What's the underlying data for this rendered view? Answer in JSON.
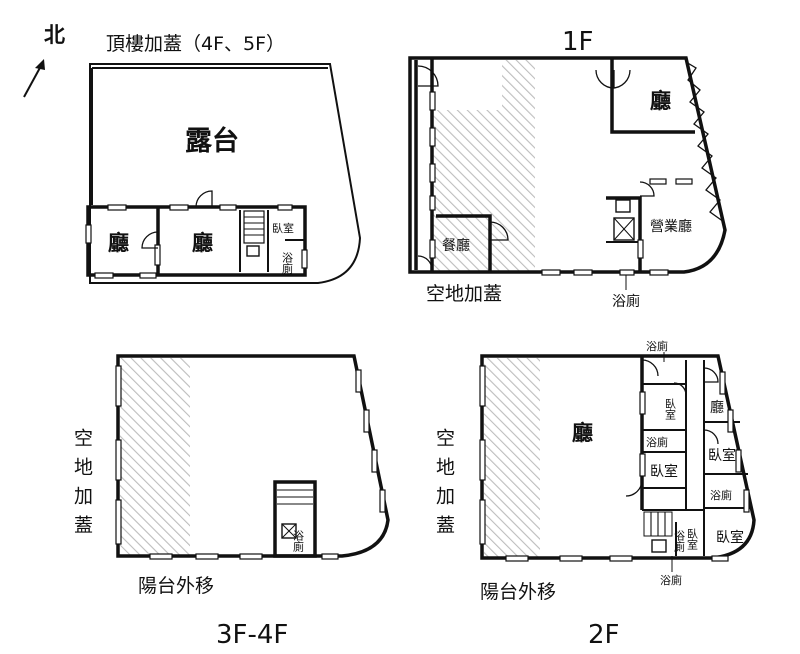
{
  "north": {
    "label": "北"
  },
  "roof": {
    "title": "頂樓加蓋（4F、5F）",
    "terrace": "露台",
    "hall_left": "廳",
    "hall_mid": "廳",
    "bedroom": "臥室",
    "bath": "浴廁"
  },
  "f1": {
    "title": "1F",
    "hall": "廳",
    "business_hall": "營業廳",
    "dining": "餐廳",
    "extension": "空地加蓋",
    "bath": "浴廁"
  },
  "f34": {
    "title": "3F-4F",
    "extension": "空地加蓋",
    "balcony": "陽台外移",
    "bath": "浴廁"
  },
  "f2": {
    "title": "2F",
    "hall": "廳",
    "extension": "空地加蓋",
    "balcony": "陽台外移",
    "bath_top": "浴廁",
    "bath_mid": "浴廁",
    "bath_right": "浴廁",
    "bath_small": "浴廁",
    "bath_bottom": "浴廁",
    "bedroom_1": "臥室",
    "bedroom_2": "臥室",
    "bedroom_3": "臥室",
    "bedroom_4": "臥室",
    "bedroom_5": "臥室",
    "hall_small": "廳"
  }
}
